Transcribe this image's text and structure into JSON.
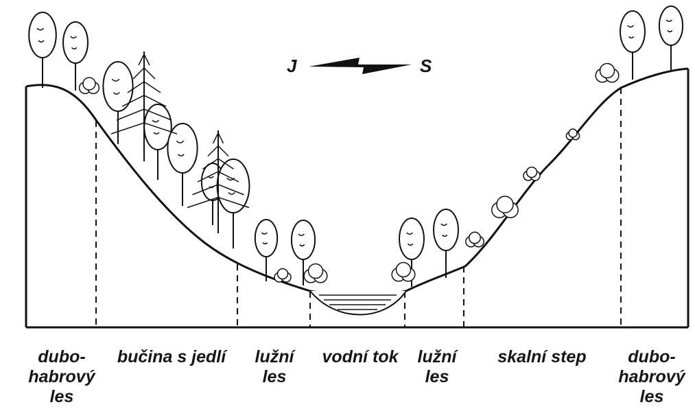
{
  "compass": {
    "left": "J",
    "right": "S"
  },
  "zones": [
    {
      "id": "dubohabrovy-left",
      "label": "dubo-\nhabrový\nles"
    },
    {
      "id": "bucina",
      "label": "bučina s jedlí"
    },
    {
      "id": "luzni-left",
      "label": "lužní\nles"
    },
    {
      "id": "vodni-tok",
      "label": "vodní tok"
    },
    {
      "id": "luzni-right",
      "label": "lužní\nles"
    },
    {
      "id": "skalni-step",
      "label": "skalní step"
    },
    {
      "id": "dubohabrovy-right",
      "label": "dubo-\nhabrový\nles"
    }
  ]
}
